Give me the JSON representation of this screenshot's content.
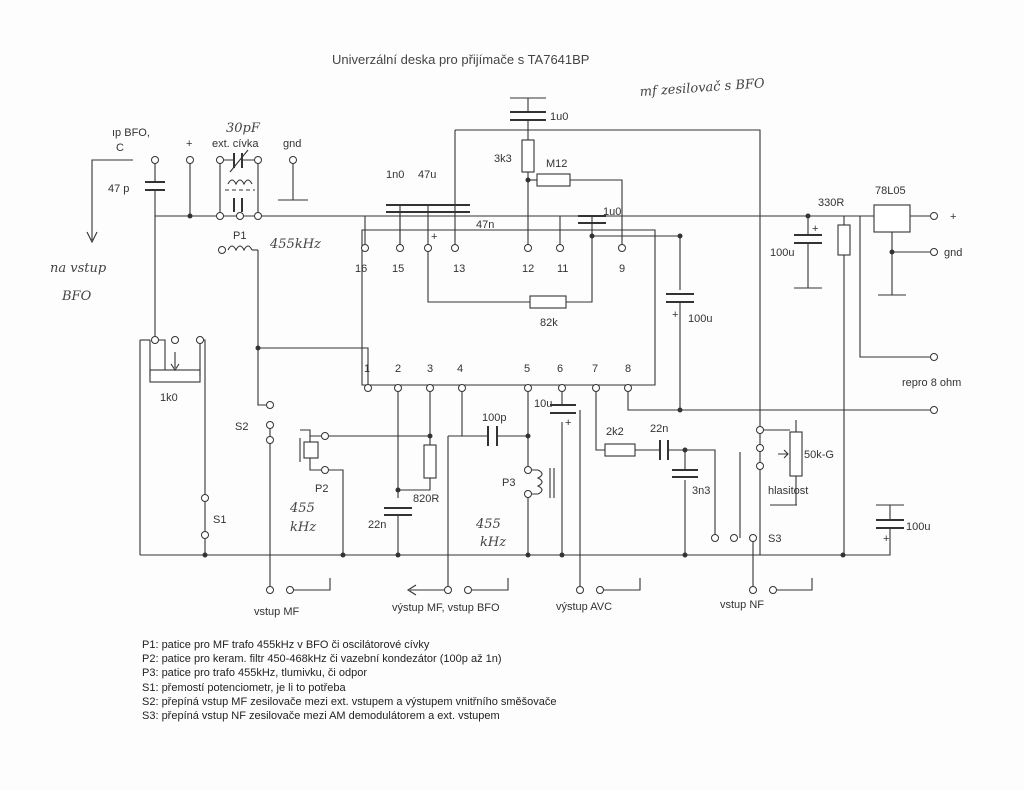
{
  "title": "Univerzální deska pro přijímače s TA7641BP",
  "handwritten": {
    "subtitle": "mf zesilovač s BFO",
    "cap30": "30pF",
    "freq_p1": "455kHz",
    "na_vstup": "na vstup",
    "bfo": "BFO",
    "p2_freq1": "455",
    "p2_freq2": "kHz",
    "p3_freq1": "455",
    "p3_freq2": "kHz"
  },
  "labels": {
    "ip_bfo": "ıp BFO,",
    "c": "C",
    "plus_top": "+",
    "ext_civka": "ext. cívka",
    "gnd_top": "gnd",
    "cap47p": "47 p",
    "p1": "P1",
    "c1u0_top": "1u0",
    "r3k3": "3k3",
    "m12": "M12",
    "c1n0": "1n0",
    "c47u": "47u",
    "c47n": "47n",
    "c1u0_mid": "1u0",
    "r330": "330R",
    "reg": "78L05",
    "plus_out": "+",
    "gnd_out": "gnd",
    "c100u_left": "100u",
    "c100u_mid": "100u",
    "r82k": "82k",
    "pot1k0": "1k0",
    "repro": "repro 8 ohm",
    "s2": "S2",
    "p2": "P2",
    "c100p": "100p",
    "c10u": "10u",
    "r2k2": "2k2",
    "c22n_right": "22n",
    "pot50k": "50k-G",
    "hlasitost": "hlasitost",
    "p3": "P3",
    "r820": "820R",
    "c3n3": "3n3",
    "s1": "S1",
    "c22n_left": "22n",
    "s3": "S3",
    "c100u_bottom": "100u",
    "vstup_mf": "vstup MF",
    "vystup_mf_bfo": "výstup MF, vstup BFO",
    "vystup_avc": "výstup AVC",
    "vstup_nf": "vstup NF"
  },
  "pins_top": [
    "16",
    "15",
    "13",
    "12",
    "11",
    "9"
  ],
  "pins_bottom": [
    "1",
    "2",
    "3",
    "4",
    "5",
    "6",
    "7",
    "8"
  ],
  "notes": [
    "P1: patice pro MF trafo 455kHz v BFO či oscilátorové cívky",
    "P2: patice pro keram. filtr 450-468kHz  či vazební kondezátor (100p až 1n)",
    "P3: patice pro trafo 455kHz, tlumivku, či odpor",
    "S1: přemostí potenciometr, je li to potřeba",
    "S2: přepíná vstup MF zesilovače mezi ext. vstupem a výstupem vnitřního směšovače",
    "S3: přepíná vstup NF zesilovače mezi AM demodulátorem a ext. vstupem"
  ]
}
